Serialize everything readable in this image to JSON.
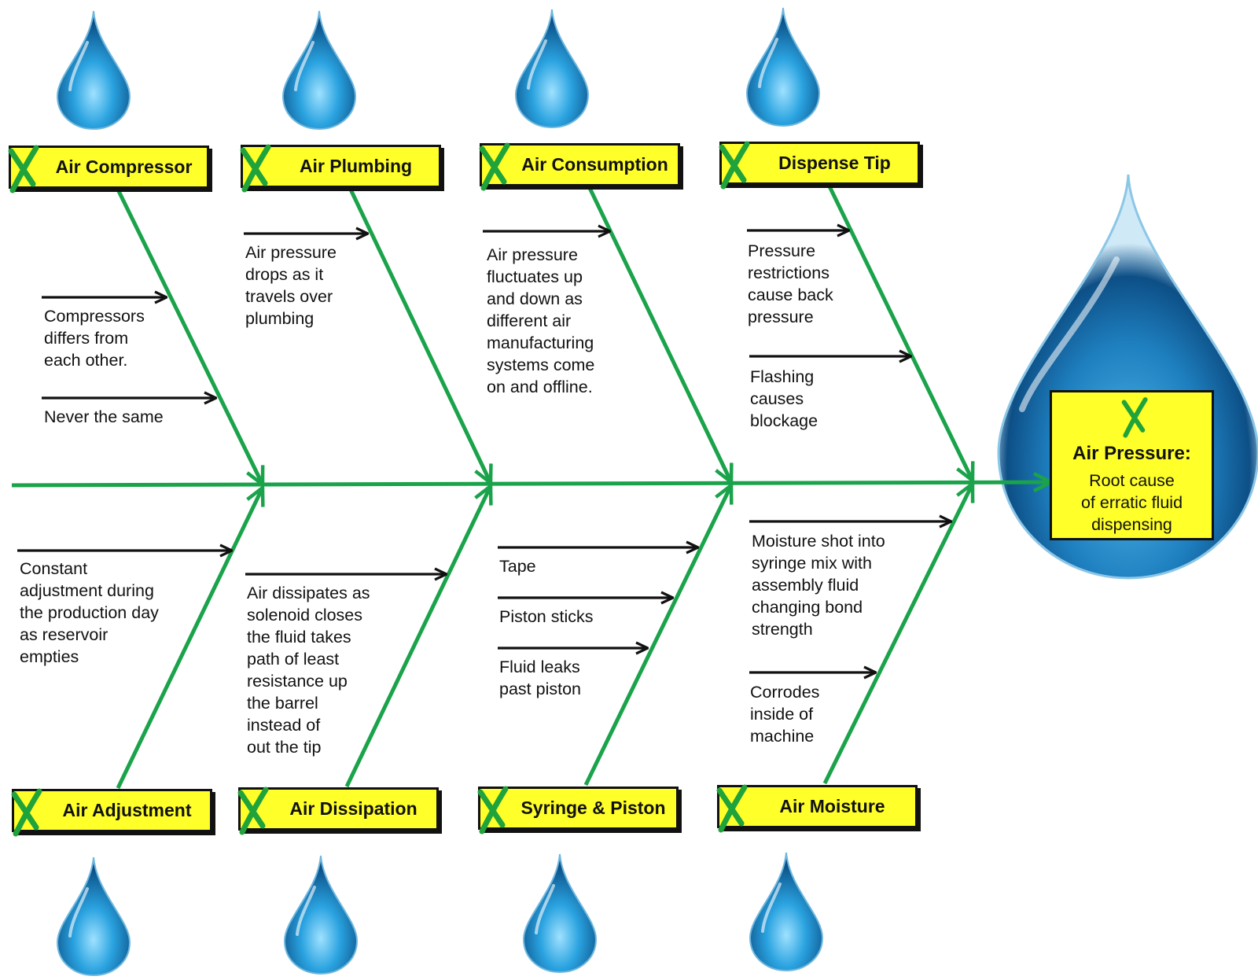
{
  "effect": {
    "title": "Air Pressure:",
    "text": "Root cause\nof erratic fluid\ndispensing"
  },
  "categories": [
    {
      "label": "Air Compressor"
    },
    {
      "label": "Air Plumbing"
    },
    {
      "label": "Air Consumption"
    },
    {
      "label": "Dispense Tip"
    },
    {
      "label": "Air Adjustment"
    },
    {
      "label": "Air Dissipation"
    },
    {
      "label": "Syringe & Piston"
    },
    {
      "label": "Air Moisture"
    }
  ],
  "causes": [
    {
      "text": "Compressors\ndiffers from\neach other."
    },
    {
      "text": "Never the same"
    },
    {
      "text": "Air pressure\ndrops as it\ntravels over\nplumbing"
    },
    {
      "text": "Air pressure\nfluctuates up\nand down as\ndifferent air\nmanufacturing\nsystems come\non and offline."
    },
    {
      "text": "Pressure\nrestrictions\ncause back\npressure"
    },
    {
      "text": "Flashing\ncauses\nblockage"
    },
    {
      "text": "Constant\nadjustment during\nthe production day\nas reservoir\nempties"
    },
    {
      "text": "Air dissipates as\nsolenoid closes\nthe fluid takes\npath of least\nresistance up\nthe barrel\ninstead of\nout the tip"
    },
    {
      "text": "Tape"
    },
    {
      "text": "Piston sticks"
    },
    {
      "text": "Fluid leaks\npast piston"
    },
    {
      "text": "Moisture shot into\nsyringe mix with\nassembly fluid\nchanging bond\nstrength"
    },
    {
      "text": "Corrodes\ninside of\nmachine"
    }
  ],
  "icons": {
    "check": "green-check-icon",
    "drop": "water-drop-icon"
  },
  "colors": {
    "spine": "#1aa34a",
    "box": "#ffff2a",
    "arrow": "#111111",
    "drop": "#1e8fd0",
    "check": "#1fa33a"
  }
}
